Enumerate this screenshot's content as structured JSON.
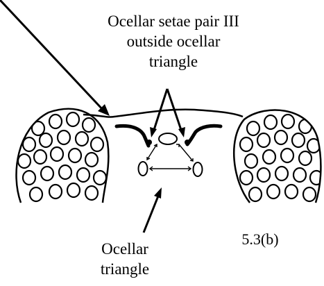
{
  "labels": {
    "setae_lines": [
      "Ocellar setae pair III",
      "outside ocellar",
      "triangle"
    ],
    "triangle_lines": [
      "Ocellar",
      "triangle"
    ],
    "figure_number": "5.3(b)"
  },
  "colors": {
    "ink": "#000000",
    "background": "#ffffff"
  }
}
